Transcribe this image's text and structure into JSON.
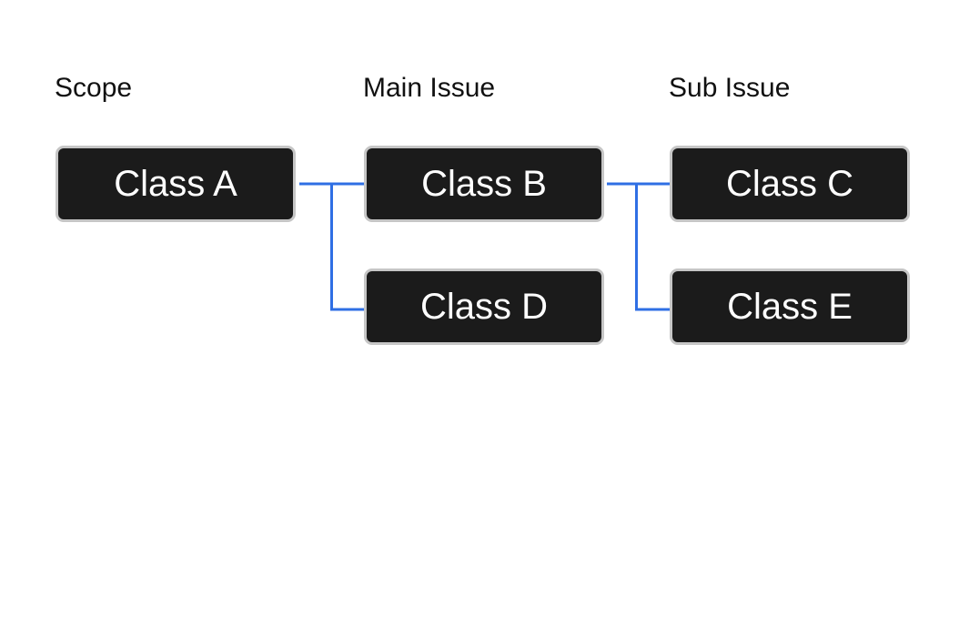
{
  "diagram": {
    "headers": {
      "scope": "Scope",
      "main_issue": "Main Issue",
      "sub_issue": "Sub Issue"
    },
    "nodes": {
      "class_a": "Class A",
      "class_b": "Class B",
      "class_c": "Class C",
      "class_d": "Class D",
      "class_e": "Class E"
    },
    "edges": [
      {
        "from": "Class A",
        "to": "Class B"
      },
      {
        "from": "Class A",
        "to": "Class D"
      },
      {
        "from": "Class B",
        "to": "Class C"
      },
      {
        "from": "Class B",
        "to": "Class E"
      }
    ],
    "colors": {
      "connector": "#2f6fe4",
      "node_fill": "#1b1b1b",
      "node_border": "#c6c6c6",
      "node_text": "#ffffff"
    }
  }
}
